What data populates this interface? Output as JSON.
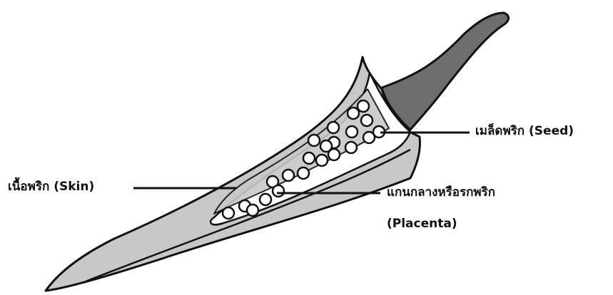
{
  "labels": {
    "seed": "เมล็ดพริก (Seed)",
    "skin": "เนื้อพริก (Skin)",
    "placenta_thai": "แกนกลางหรือรกพริก",
    "placenta_en": "(Placenta)"
  },
  "colors": {
    "outline": "#111111",
    "skin_fill": "#c8c8c8",
    "stem_fill": "#6e6e6e",
    "interior_fill": "#ffffff"
  }
}
